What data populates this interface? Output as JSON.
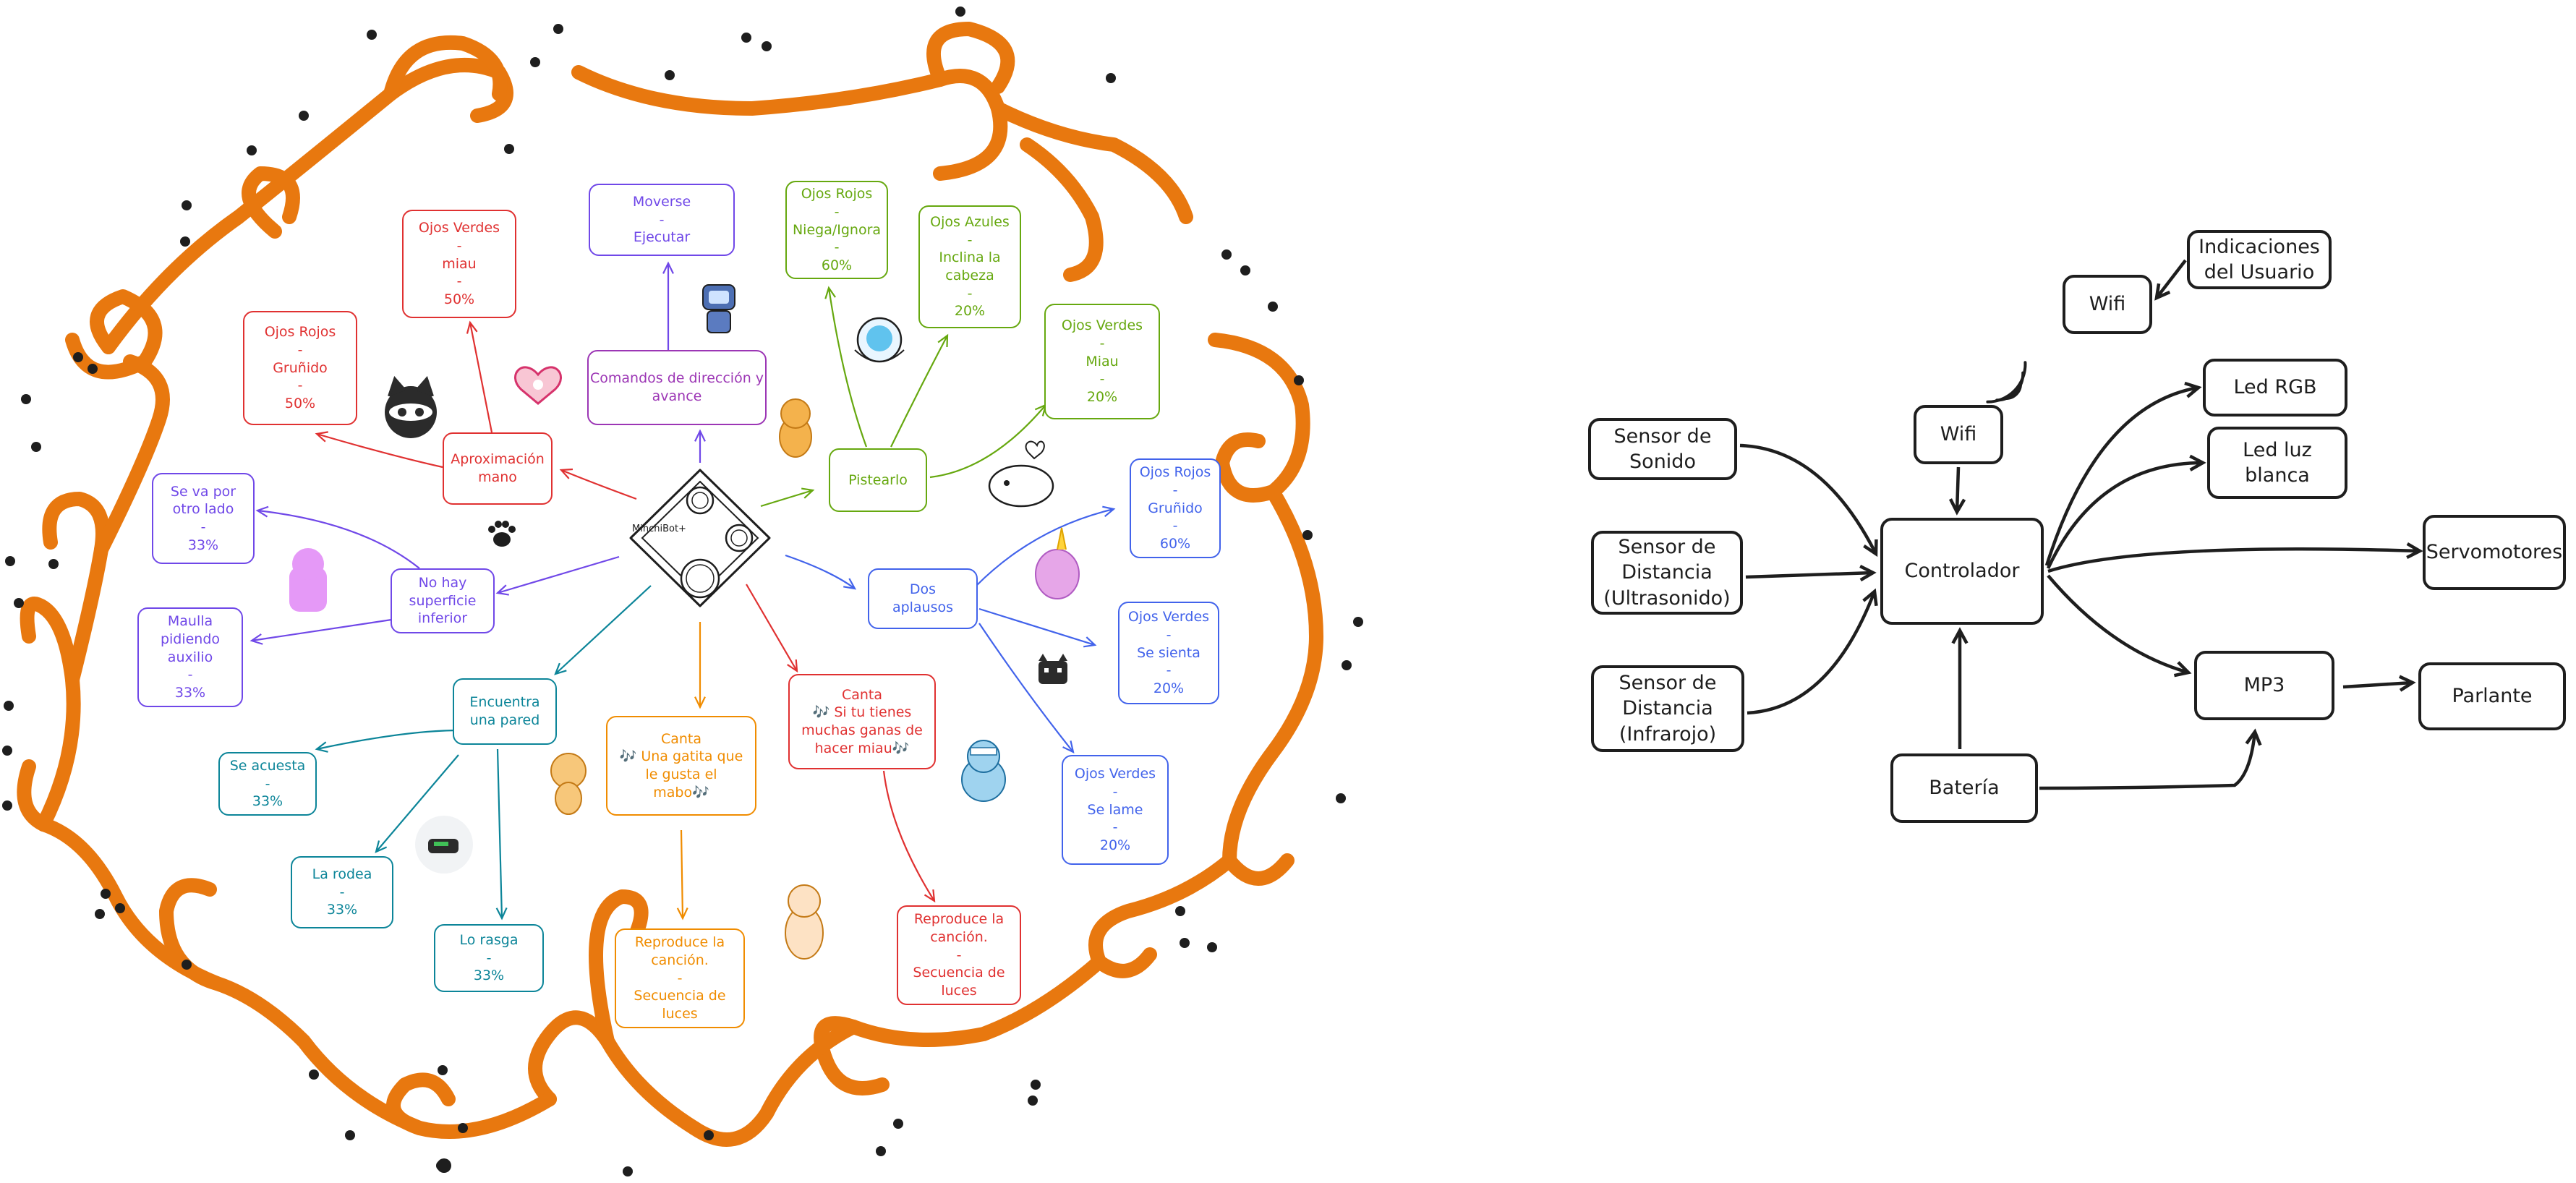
{
  "colors": {
    "orange": "#e8780f",
    "black": "#1e1e1e",
    "red": "#e03131",
    "violet": "#7048e8",
    "purple": "#9c36b5",
    "green": "#66a80f",
    "blue": "#4263eb",
    "teal": "#0c8599",
    "node_orange": "#f08c00"
  },
  "mindmap": {
    "center": {
      "label": "MinchiBot+",
      "icon": "robot-body-icon"
    },
    "nodes": {
      "aproximacion": [
        "Aproximación",
        "mano"
      ],
      "ojos_rojos_gru": [
        "Ojos Rojos",
        "-",
        "Gruñido",
        "-",
        "50%"
      ],
      "ojos_verdes_miau": [
        "Ojos Verdes",
        "-",
        "miau",
        "-",
        "50%"
      ],
      "comandos": [
        "Comandos de dirección y",
        "avance"
      ],
      "moverse": [
        "Moverse",
        "-",
        "Ejecutar"
      ],
      "pistearlo": [
        "Pistearlo"
      ],
      "ojos_rojos_niega": [
        "Ojos Rojos",
        "-",
        "Niega/Ignora",
        "-",
        "60%"
      ],
      "ojos_azules": [
        "Ojos Azules",
        "-",
        "Inclina la",
        "cabeza",
        "-",
        "20%"
      ],
      "ojos_verdes_miau20": [
        "Ojos Verdes",
        "-",
        "Miau",
        "-",
        "20%"
      ],
      "dos_aplausos": [
        "Dos",
        "aplausos"
      ],
      "ojos_rojos_gru60": [
        "Ojos Rojos",
        "-",
        "Gruñido",
        "-",
        "60%"
      ],
      "ojos_verdes_sienta": [
        "Ojos Verdes",
        "-",
        "Se sienta",
        "-",
        "20%"
      ],
      "ojos_verdes_lame": [
        "Ojos Verdes",
        "-",
        "Se lame",
        "-",
        "20%"
      ],
      "canta_red": [
        "Canta",
        "🎶 Si tu tienes",
        "muchas ganas de",
        "hacer miau🎶"
      ],
      "reproduce_red": [
        "Reproduce la",
        "canción.",
        "-",
        "Secuencia de",
        "luces"
      ],
      "canta_orange": [
        "Canta",
        "🎶 Una gatita que",
        "le gusta el",
        "mabo🎶"
      ],
      "reproduce_orange": [
        "Reproduce la",
        "canción.",
        "-",
        "Secuencia de",
        "luces"
      ],
      "encuentra_pared": [
        "Encuentra",
        "una pared"
      ],
      "se_acuesta": [
        "Se acuesta",
        "-",
        "33%"
      ],
      "la_rodea": [
        "La rodea",
        "-",
        "33%"
      ],
      "lo_rasga": [
        "Lo rasga",
        "-",
        "33%"
      ],
      "no_hay_superficie": [
        "No hay",
        "superficie",
        "inferior"
      ],
      "se_va_por_otro_lado": [
        "Se va por",
        "otro lado",
        "-",
        "33%"
      ],
      "maulla": [
        "Maulla",
        "pidiendo",
        "auxilio",
        "-",
        "33%"
      ]
    },
    "icons": [
      "heart-paw-icon",
      "robot-icon",
      "cat-mask-icon",
      "paw-print-icon",
      "cat-sitting-icon",
      "cat-astronaut-icon",
      "cat-hearts-icon",
      "unicorn-cat-icon",
      "pixel-cat-icon",
      "cat-doctor-icon",
      "cat-silhouette-icon",
      "cat-dancing-icon",
      "robot-dog-icon",
      "cat-standing-icon"
    ]
  },
  "block_diagram": {
    "indicaciones": [
      "Indicaciones",
      "del Usuario"
    ],
    "wifi_top": [
      "Wifi"
    ],
    "wifi": [
      "Wifi"
    ],
    "led_rgb": [
      "Led RGB"
    ],
    "led_luz": [
      "Led luz",
      "blanca"
    ],
    "servomotores": [
      "Servomotores"
    ],
    "sensor_sonido": [
      "Sensor de",
      "Sonido"
    ],
    "sensor_ultra": [
      "Sensor de",
      "Distancia",
      "(Ultrasonido)"
    ],
    "sensor_infra": [
      "Sensor de",
      "Distancia",
      "(Infrarojo)"
    ],
    "controlador": [
      "Controlador"
    ],
    "mp3": [
      "MP3"
    ],
    "parlante": [
      "Parlante"
    ],
    "bateria": [
      "Batería"
    ]
  }
}
